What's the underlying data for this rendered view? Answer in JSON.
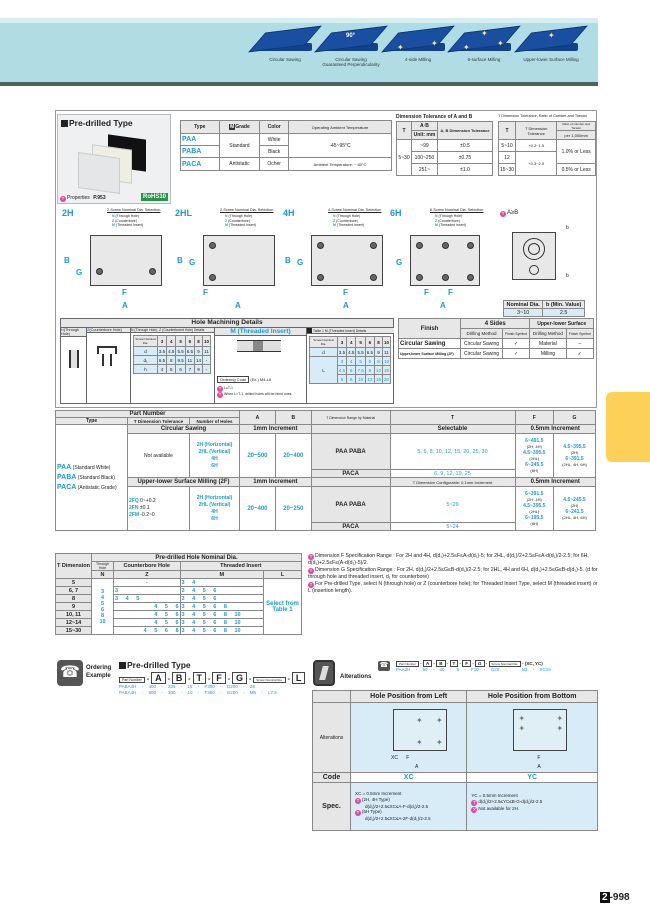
{
  "banner": {
    "finishes": [
      {
        "label": "Circular Sawing",
        "sub": ""
      },
      {
        "label": "Circular Sawing",
        "sub": "Guaranteed Perpendicularity"
      },
      {
        "label": "4-side Milling",
        "sub": ""
      },
      {
        "label": "6-surface Milling",
        "sub": ""
      },
      {
        "label": "Upper-lower Surface Milling",
        "sub": ""
      }
    ],
    "deg_label": "90°"
  },
  "product": {
    "title": "Pre-drilled Type",
    "properties_label": "Properties",
    "properties_ref": "P.953",
    "rohs": "RoHS10"
  },
  "type_table": {
    "headers": [
      "Type",
      "Grade",
      "Color",
      "Operating Ambient Temperature"
    ],
    "grade_badge": "M",
    "rows": [
      {
        "type": "PAA",
        "grade": "Standard",
        "color": "White",
        "temp": "-45~95°C"
      },
      {
        "type": "PABA",
        "grade": "",
        "color": "Black",
        "temp": ""
      },
      {
        "type": "PACA",
        "grade": "Antistatic",
        "color": "Ocher",
        "temp": "Ambient Temperature: ~ 80°C"
      }
    ]
  },
  "tol_ab": {
    "title": "Dimension Tolerance of A and B",
    "headers": {
      "t": "T",
      "ab": "A·B",
      "unit": "Unit: mm",
      "tol": "A, B Dimension Tolerance"
    },
    "t_value": "5~30",
    "rows": [
      {
        "ab": "~99",
        "tol": "±0.5"
      },
      {
        "ab": "100~250",
        "tol": "±0.75"
      },
      {
        "ab": "251~",
        "tol": "±1.0"
      }
    ]
  },
  "tol_t": {
    "title": "T Dimension Tolerance, Ratio of Camber and Torsion",
    "headers": {
      "t": "T",
      "tol": "T Dimension Tolerance",
      "ratio": "Ratio of Camber and Torsion",
      "per": "per 1,000mm"
    },
    "rows": [
      {
        "t": "5~10",
        "tol": "+0.2~1.5",
        "ratio": "1.0% or Less"
      },
      {
        "t": "12",
        "tol": "+0.3~2.0",
        "ratio": ""
      },
      {
        "t": "15~30",
        "tol": "",
        "ratio": "0.5% or Less"
      }
    ]
  },
  "hole_types": [
    {
      "code": "2H",
      "selection": "2-Screw Nominal Dia. Selection"
    },
    {
      "code": "2HL",
      "selection": "2-Screw Nominal Dia. Selection"
    },
    {
      "code": "4H",
      "selection": "4-Screw Nominal Dia. Selection"
    },
    {
      "code": "6H",
      "selection": "6-Screw Nominal Dia. Selection"
    }
  ],
  "hole_options": [
    {
      "code": "N",
      "label": "(Through Hole)"
    },
    {
      "code": "Z",
      "label": "(Counterbore)"
    },
    {
      "code": "M",
      "label": "(Threaded Insert)"
    }
  ],
  "dims": {
    "A": "A",
    "B": "B",
    "F": "F",
    "G": "G"
  },
  "ab_note": {
    "label": "A≥B",
    "b": "b"
  },
  "nominal_dia": {
    "headers": [
      "Nominal Dia.",
      "b (Min. Value)"
    ],
    "row": [
      "3~10",
      "2.5"
    ]
  },
  "finish_table": {
    "headers": {
      "finish": "Finish",
      "sides": "4 Sides",
      "upper": "Upper-lower Surface",
      "method": "Drilling Method",
      "symbol": "Finish Symbol"
    },
    "rows": [
      {
        "finish": "Circular Sawing",
        "m1": "Circular Sawing",
        "s1": "✓",
        "m2": "Material",
        "s2": "–"
      },
      {
        "finish": "Upper-lower Surface Milling (2F)",
        "m1": "Circular Sawing",
        "s1": "✓",
        "m2": "Milling",
        "s2": "✓"
      }
    ]
  },
  "hole_machining": {
    "title": "Hole Machining Details",
    "n_label": "(Through Hole)",
    "z_label": "(Counterbore Hole)",
    "nz_details": "N (Through Hole), Z (Counterbored Hole) Details",
    "m_title": "(Threaded Insert)",
    "table1_title": "Table 1 M (Threaded Insert) Details",
    "screw_label": "Screw Nominal Dia.",
    "cols": [
      "3",
      "4",
      "5",
      "6",
      "8",
      "10"
    ],
    "nz_rows": [
      {
        "label": "d",
        "values": [
          "3.5",
          "4.5",
          "5.5",
          "6.5",
          "9",
          "11"
        ]
      },
      {
        "label": "d₁",
        "values": [
          "6.5",
          "8",
          "9.5",
          "11",
          "14",
          "-"
        ]
      },
      {
        "label": "h",
        "values": [
          "4",
          "5",
          "6",
          "7",
          "9",
          "-"
        ]
      }
    ],
    "m_d_row": {
      "label": "d",
      "values": [
        "3.5",
        "4.5",
        "5.5",
        "6.5",
        "9",
        "11"
      ]
    },
    "m_l_rows": [
      [
        "3",
        "4",
        "5",
        "6",
        "8",
        "10"
      ],
      [
        "4.5",
        "6",
        "7.5",
        "9",
        "12",
        "15"
      ],
      [
        "6",
        "8",
        "10",
        "12",
        "16",
        "20"
      ]
    ],
    "ordering_code_label": "Ordering Code",
    "ordering_code_ex": "(Ex.) M4-L6",
    "note1": "L≤T-1",
    "note2": "When L=T-1, drilled holes will be blind ones."
  },
  "part_table": {
    "headers": {
      "part_number": "Part Number",
      "type": "Type",
      "t_tol": "T Dimension Tolerance",
      "holes": "Number of Holes",
      "a": "A",
      "b": "B",
      "t_range": "T Dimension Range by Material",
      "t": "T",
      "f": "F",
      "g": "G"
    },
    "types": [
      {
        "code": "PAA",
        "desc": "(Standard White)"
      },
      {
        "code": "PABA",
        "desc": "(Standard Black)"
      },
      {
        "code": "PACA",
        "desc": "(Antistatic Grade)"
      }
    ],
    "circular": {
      "title": "Circular Sawing",
      "inc": "1mm Increment",
      "t_sel": "Selectable",
      "fg_inc": "0.5mm Increment",
      "t_tol": "Not available",
      "holes": [
        "2H (Horizontal)",
        "2HL (Vertical)",
        "4H",
        "6H"
      ],
      "a": "20~500",
      "b": "20~400",
      "mat1": "PAA PABA",
      "t1": "5, 6, 8, 10, 12, 15, 20, 25, 30",
      "mat2": "PACA",
      "t2": "6, 9, 12, 19, 25",
      "f": [
        [
          "6~491.5",
          "(2H, 4H)"
        ],
        [
          "4.5~395.5",
          "(2HL)"
        ],
        [
          "6~245.5",
          "(6H)"
        ]
      ],
      "g": [
        [
          "4.5~395.5",
          "(2H)"
        ],
        [
          "6~391.5",
          "(2HL, 4H, 6H)"
        ]
      ]
    },
    "milling": {
      "title": "Upper-lower Surface Milling (2F)",
      "inc": "1mm Increment",
      "t_sel": "T Dimension Configurable: 0.1mm Increment",
      "fg_inc": "0.5mm Increment",
      "t_tol": [
        [
          "2FQ",
          "0~+0.2"
        ],
        [
          "2FN",
          "±0.1"
        ],
        [
          "2FM",
          "-0.2~0"
        ]
      ],
      "holes": [
        "2H (Horizontal)",
        "2HL (Vertical)",
        "4H",
        "6H"
      ],
      "a": "20~400",
      "b": "20~250",
      "mat1": "PAA PABA",
      "t1": "5~29",
      "mat2": "PACA",
      "t2": "5~24",
      "f": [
        [
          "6~391.5",
          "(2H, 4H)"
        ],
        [
          "4.5~395.5",
          "(2HL)"
        ],
        [
          "6~195.5",
          "(6H)"
        ]
      ],
      "g": [
        [
          "4.5~245.5",
          "(2H)"
        ],
        [
          "6~241.5",
          "(2HL, 4H, 6H)"
        ]
      ]
    }
  },
  "nominal_table": {
    "title": "Pre-drilled Hole Nominal Dia.",
    "headers": {
      "t": "T Dimension",
      "through": "Through Hole",
      "counter": "Counterbore Hole",
      "threaded": "Threaded Insert",
      "n": "N",
      "z": "Z",
      "m": "M",
      "l": "L"
    },
    "n_values": "3 4 5 6 8 10",
    "l_value": "Select from Table 1",
    "rows": [
      {
        "t": "5",
        "z": [
          "-"
        ],
        "m": [
          "3",
          "4"
        ]
      },
      {
        "t": "6, 7",
        "z": [
          "3"
        ],
        "m": [
          "3",
          "4",
          "5",
          "6"
        ]
      },
      {
        "t": "8",
        "z": [
          "3",
          "4",
          "5"
        ],
        "m": [
          "3",
          "4",
          "5",
          "6"
        ]
      },
      {
        "t": "9",
        "z": [
          "4",
          "5",
          "6"
        ],
        "m": [
          "3",
          "4",
          "5",
          "6",
          "8"
        ]
      },
      {
        "t": "10, 11",
        "z": [
          "4",
          "5",
          "6"
        ],
        "m": [
          "3",
          "4",
          "5",
          "6",
          "8",
          "10"
        ]
      },
      {
        "t": "12~14",
        "z": [
          "4",
          "5",
          "6"
        ],
        "m": [
          "3",
          "4",
          "5",
          "6",
          "8",
          "10"
        ]
      },
      {
        "t": "15~30",
        "z": [
          "4",
          "5",
          "6",
          "8"
        ],
        "m": [
          "3",
          "4",
          "5",
          "6",
          "8",
          "10"
        ]
      }
    ]
  },
  "spec_notes": [
    "Dimension F Specification Range : For 2H and 4H, d(d₁)+2.5≤F≤A-d(d₁)-5; for 2HL, d(d₁)/2+2.5≤F≤A-d(d₁)/2-2.5; for 6H, d(d₁)+2.5≤F≤(A-d(d₁)-5)/2.",
    "Dimension G Specification Range : For 2H, d(d₁)/2+2.5≤G≤B-d(d₁)/2-2.5; for 2HL, 4H and 6H, d(d₁)+2.5≤G≤B-d(d₁)-5. (d for through hole and threaded insert, d₁ for counterbore)",
    "For Pre-drilled Type, select N (through hole) or Z (counterbore hole); for Threaded Insert Type, select M (threaded insert) or L (insertion length)."
  ],
  "ordering": {
    "label1": "Ordering",
    "label2": "Example",
    "title": "Pre-drilled Type",
    "part_number": "Part Number",
    "fields": [
      "A",
      "B",
      "T",
      "F",
      "G"
    ],
    "screw": "Screw Nominal Dia.",
    "l": "L",
    "examples": [
      [
        "PABA4H",
        "400",
        "325",
        "15",
        "F300",
        "G200",
        "Z6",
        ""
      ],
      [
        "PABA4H",
        "500",
        "300",
        "10",
        "F300",
        "G200",
        "M5",
        "L7.5"
      ]
    ]
  },
  "alterations": {
    "label": "Alterations",
    "header_fields": [
      "Part Number",
      "A",
      "B",
      "T",
      "F",
      "G",
      "Screw Nominal Dia.",
      "(XC, YC)"
    ],
    "example": [
      "PAA2H",
      "50",
      "40",
      "5",
      "F10",
      "G20",
      "N3",
      "XC10"
    ],
    "col1": "Hole Position from Left",
    "col2": "Hole Position from Bottom",
    "row_label": "Alterations",
    "code_label": "Code",
    "code1": "XC",
    "code2": "YC",
    "spec_label": "Spec.",
    "spec1": [
      "XC = 0.5mm Increment",
      "(2H, 4H Type)",
      "d(d₁)/2+2.5≤XC≤A-F-d(d₁)/2-2.5",
      "(6H Type)",
      "d(d₁)/2+2.5≤XC≤A-2F-d(d₁)/2-2.5"
    ],
    "spec2": [
      "YC = 0.5mm Increment",
      "d(d₁)/2+2.5≤YC≤B-G-d(d₁)/2-2.5",
      "Not available for 2H."
    ]
  },
  "page": {
    "chapter": "2",
    "number": "-998"
  },
  "colors": {
    "accent": "#1a9ad6",
    "banner": "#b0dde4",
    "tab": "#fdd157",
    "slab": "#1a4ea0"
  }
}
